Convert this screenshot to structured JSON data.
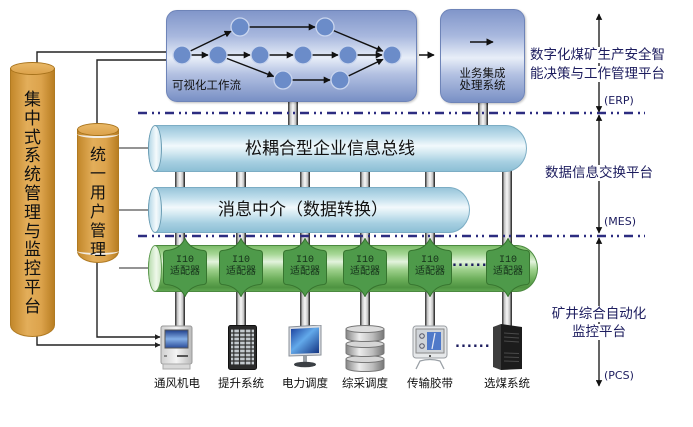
{
  "workflow": {
    "label": "可视化工作流",
    "nodes": [
      "start",
      "step1",
      "step2",
      "step3",
      "step4",
      "end",
      "upper1",
      "upper2",
      "lower1",
      "lower2"
    ],
    "edges": [
      [
        "start",
        "upper1"
      ],
      [
        "start",
        "step1"
      ],
      [
        "step1",
        "step2"
      ],
      [
        "step1",
        "lower1"
      ],
      [
        "step2",
        "step3"
      ],
      [
        "step3",
        "step4"
      ],
      [
        "step4",
        "end"
      ],
      [
        "upper1",
        "upper2"
      ],
      [
        "upper2",
        "end"
      ],
      [
        "lower1",
        "lower2"
      ],
      [
        "lower2",
        "end"
      ]
    ]
  },
  "business_system": {
    "line1": "业务集成",
    "line2": "处理系统",
    "icon": "arrow-right-icon"
  },
  "management": {
    "central_platform": "集中式系统管理与监控平台",
    "user_management": "统一用户管理"
  },
  "buses": {
    "enterprise_bus": "松耦合型企业信息总线",
    "message_broker": "消息中介（数据转换）"
  },
  "adapters": [
    {
      "line1": "I10",
      "line2": "适配器"
    },
    {
      "line1": "I10",
      "line2": "适配器"
    },
    {
      "line1": "I10",
      "line2": "适配器"
    },
    {
      "line1": "I10",
      "line2": "适配器"
    },
    {
      "line1": "I10",
      "line2": "适配器"
    },
    {
      "line1": "I10",
      "line2": "适配器"
    }
  ],
  "adapter_ellipsis": "......",
  "devices": [
    {
      "label": "通风机电",
      "icon": "desktop-computer-icon"
    },
    {
      "label": "提升系统",
      "icon": "server-rack-icon"
    },
    {
      "label": "电力调度",
      "icon": "lcd-monitor-icon"
    },
    {
      "label": "综采调度",
      "icon": "database-icon"
    },
    {
      "label": "传输胶带",
      "icon": "crt-monitor-icon"
    },
    {
      "label": "选煤系统",
      "icon": "tower-server-icon"
    }
  ],
  "device_ellipsis": "......",
  "levels": [
    {
      "name_line1": "数字化煤矿生产安全智",
      "name_line2": "能决策与工作管理平台",
      "code": "(ERP)"
    },
    {
      "name_line1": "数据信息交换平台",
      "code": "(MES)"
    },
    {
      "name_line1": "矿井综合自动化",
      "name_line2": "监控平台",
      "code": "(PCS)"
    }
  ],
  "colors": {
    "workflow_box": "#8da2d0",
    "bus_blue": "#a6cfe1",
    "bus_green": "#6cae5a",
    "adapter": "#4e9a4a",
    "management_cylinder": "#dca34c",
    "level_text": "#1c1c5e",
    "divider": "#2c2c80"
  }
}
